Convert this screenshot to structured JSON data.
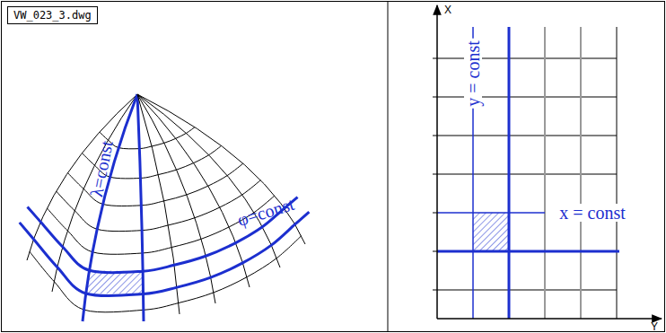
{
  "diagram": {
    "nodes": [
      {
        "text": [
          "VW_023_3.dwg"
        ]
      }
    ],
    "labels": [
      "λ=const",
      "φ=const",
      "X",
      "Y",
      "y = const",
      "x = const"
    ]
  }
}
